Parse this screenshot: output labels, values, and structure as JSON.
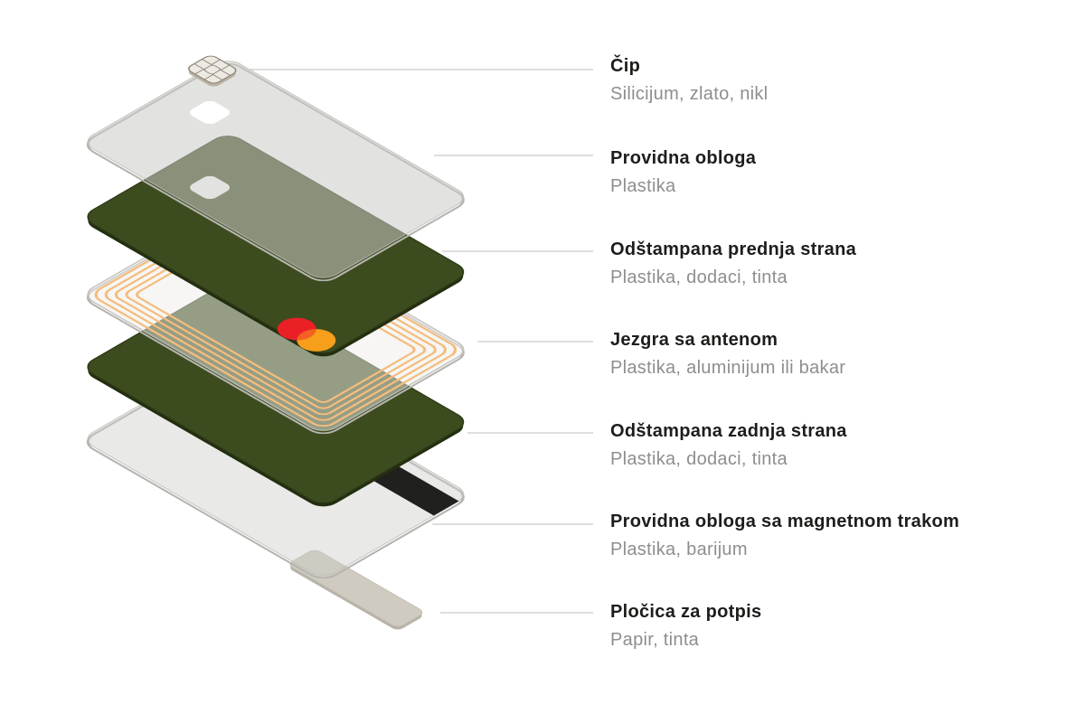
{
  "labels": [
    {
      "id": "chip",
      "title": "Čip",
      "materials": "Silicijum, zlato, nikl"
    },
    {
      "id": "front-overlay",
      "title": "Providna obloga",
      "materials": "Plastika"
    },
    {
      "id": "front-printed",
      "title": "Odštampana prednja strana",
      "materials": "Plastika, dodaci, tinta"
    },
    {
      "id": "core-antenna",
      "title": "Jezgra sa antenom",
      "materials": "Plastika, aluminijum ili bakar"
    },
    {
      "id": "back-printed",
      "title": "Odštampana zadnja strana",
      "materials": "Plastika, dodaci, tinta"
    },
    {
      "id": "back-overlay",
      "title": "Providna obloga sa magnetnom trakom",
      "materials": "Plastika, barijum"
    },
    {
      "id": "signature",
      "title": "Pločica za potpis",
      "materials": "Papir, tinta"
    }
  ],
  "colors": {
    "title_text": "#1D1D1B",
    "subtitle_text": "#8E8E8E",
    "connector_line": "#C9C9C9",
    "card_green": "#3C4C1E",
    "card_green_edge": "#232E10",
    "card_green_outline": "#2E3A16",
    "overlay_gray": "#CBCAC6",
    "overlay_edge": "#B5B4B0",
    "antenna_white": "#EFEEEC",
    "antenna_coil": "#F4BD7D",
    "magstripe_black": "#20201E",
    "signature_plate": "#CFCBC0",
    "signature_edge": "#B7B3A8",
    "chip_body": "#EDEAE3",
    "chip_outline": "#8D8678",
    "mc_red": "#EB2026",
    "mc_orange": "#F79E1B",
    "mc_overlap": "#F26122",
    "window_white": "#FFFFFF"
  }
}
